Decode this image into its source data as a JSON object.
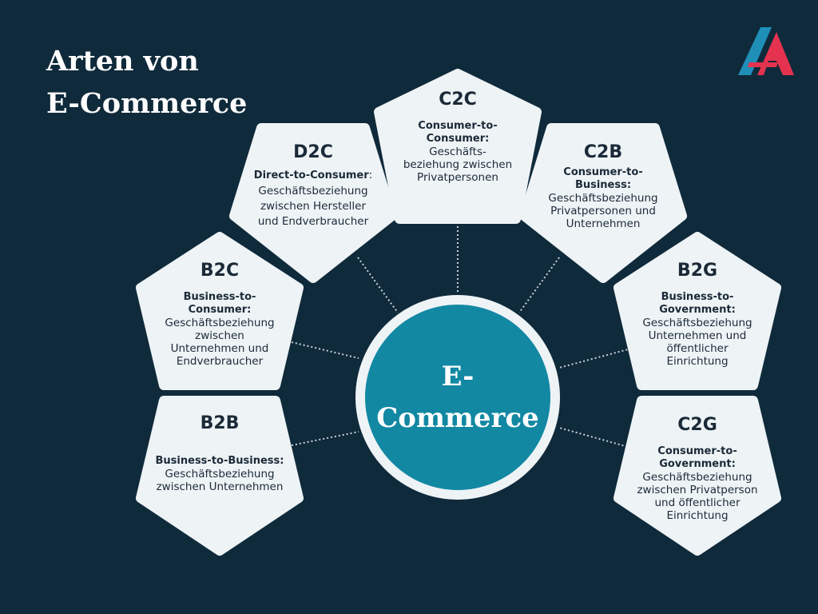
{
  "title": {
    "line1": "Arten von",
    "line2": "E-Commerce"
  },
  "center": {
    "line1": "E-",
    "line2": "Commerce"
  },
  "colors": {
    "background": "#0f2a3a",
    "center_fill": "#1288a3",
    "node_fill": "#eef3f6",
    "logo_blue": "#1f8fb8",
    "logo_red": "#e5334f"
  },
  "logo": {
    "icon": "double-a-logo-icon"
  },
  "nodes": {
    "c2c": {
      "abbr": "C2C",
      "term": "Consumer-to-Consumer:",
      "desc": "Geschäfts-beziehung zwischen Privatpersonen"
    },
    "d2c": {
      "abbr": "D2C",
      "term": "Direct-to-Consumer",
      "desc": ": Geschäftsbeziehung zwischen Hersteller und Endverbraucher"
    },
    "c2b": {
      "abbr": "C2B",
      "term": "Consumer-to-Business:",
      "desc": "Geschäftsbeziehung Privatpersonen und Unternehmen"
    },
    "b2c": {
      "abbr": "B2C",
      "term": "Business-to-Consumer:",
      "desc": "Geschäftsbeziehung zwischen Unternehmen und Endverbraucher"
    },
    "b2g": {
      "abbr": "B2G",
      "term": "Business-to-Government:",
      "desc": "Geschäftsbeziehung Unternehmen und öffentlicher Einrichtung"
    },
    "b2b": {
      "abbr": "B2B",
      "term": "Business-to-Business:",
      "desc": "Geschäftsbeziehung zwischen Unternehmen"
    },
    "c2g": {
      "abbr": "C2G",
      "term": "Consumer-to-Government:",
      "desc": "Geschäftsbeziehung zwischen Privatperson und öffentlicher Einrichtung"
    }
  }
}
